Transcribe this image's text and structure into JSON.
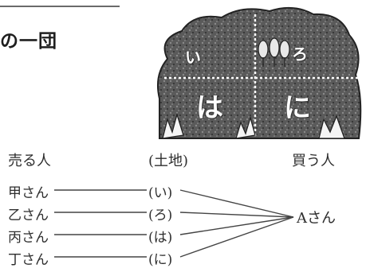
{
  "heading": "の一団",
  "plots": [
    "い",
    "ろ",
    "は",
    "に"
  ],
  "columns": {
    "seller": "売る人",
    "land": "(土地)",
    "buyer": "買う人"
  },
  "rows": [
    {
      "seller": "甲さん",
      "lot": "(い)"
    },
    {
      "seller": "乙さん",
      "lot": "(ろ)"
    },
    {
      "seller": "丙さん",
      "lot": "(は)"
    },
    {
      "seller": "丁さん",
      "lot": "(に)"
    }
  ],
  "buyer_name": "Aさん"
}
